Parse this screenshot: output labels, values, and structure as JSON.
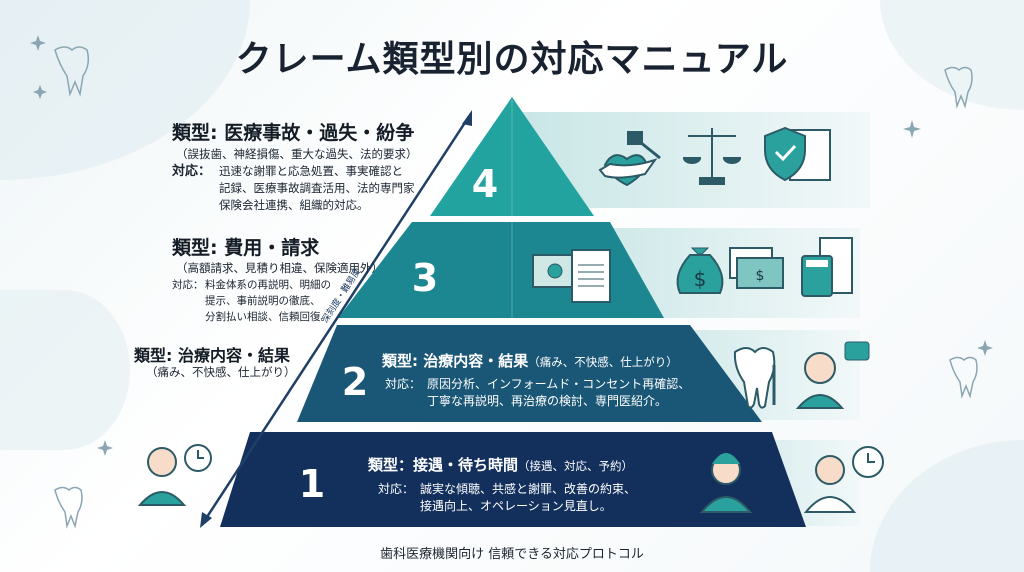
{
  "title": "クレーム類型別の対応マニュアル",
  "footer": "歯科医療機関向け 信頼できる対応プロトコル",
  "arrow_label": "深刻度・難易度",
  "colors": {
    "tier4": "#22a39f",
    "tier3": "#1d8791",
    "tier2": "#1a5676",
    "tier1": "#13305d",
    "band": "#d6ecec"
  },
  "tiers": [
    {
      "number": "4",
      "type": "類型: 医療事故・過失・紛争",
      "examples": "（誤抜歯、神経損傷、重大な過失、法的要求）",
      "response_label": "対応：",
      "response_lines": [
        "迅速な謝罪と応急処置、事実確認と",
        "記録、医療事故調査活用、法的専門家",
        "保険会社連携、組織的対応。"
      ],
      "icons": [
        "hand-gavel-heart-icon",
        "scales-icon",
        "shield-document-icon"
      ]
    },
    {
      "number": "3",
      "type": "類型: 費用・請求",
      "examples": "（高額請求、見積り相違、保険適用外）",
      "response_label": "対応：",
      "response_lines": [
        "料金体系の再説明、明細の",
        "提示、事前説明の徹底、",
        "分割払い相談、信頼回復。"
      ],
      "icons": [
        "money-invoice-icon",
        "money-bag-icon",
        "cash-stack-icon",
        "calculator-receipt-icon"
      ]
    },
    {
      "number": "2",
      "type": "類型: 治療内容・結果",
      "examples": "（痛み、不快感、仕上がり）",
      "inner_type": "類型: 治療内容・結果",
      "inner_examples": "（痛み、不快感、仕上がり）",
      "response_label": "対応：",
      "response_lines": [
        "原因分析、インフォームド・コンセント再確認、",
        "丁寧な再説明、再治療の検討、専門医紹介。"
      ],
      "icons": [
        "tooth-mirror-icon",
        "smiling-patient-icon"
      ]
    },
    {
      "number": "1",
      "inner_type": "類型：接遇・待ち時間",
      "inner_examples": "（接遇、対応、予約）",
      "response_label": "対応：",
      "response_lines": [
        "誠実な傾聴、共感と謝罪、改善の約束、",
        "接遇向上、オペレーション見直し。"
      ],
      "icons": [
        "worried-patient-clock-icon",
        "doctor-icon",
        "doctor-clock-icon"
      ]
    }
  ]
}
